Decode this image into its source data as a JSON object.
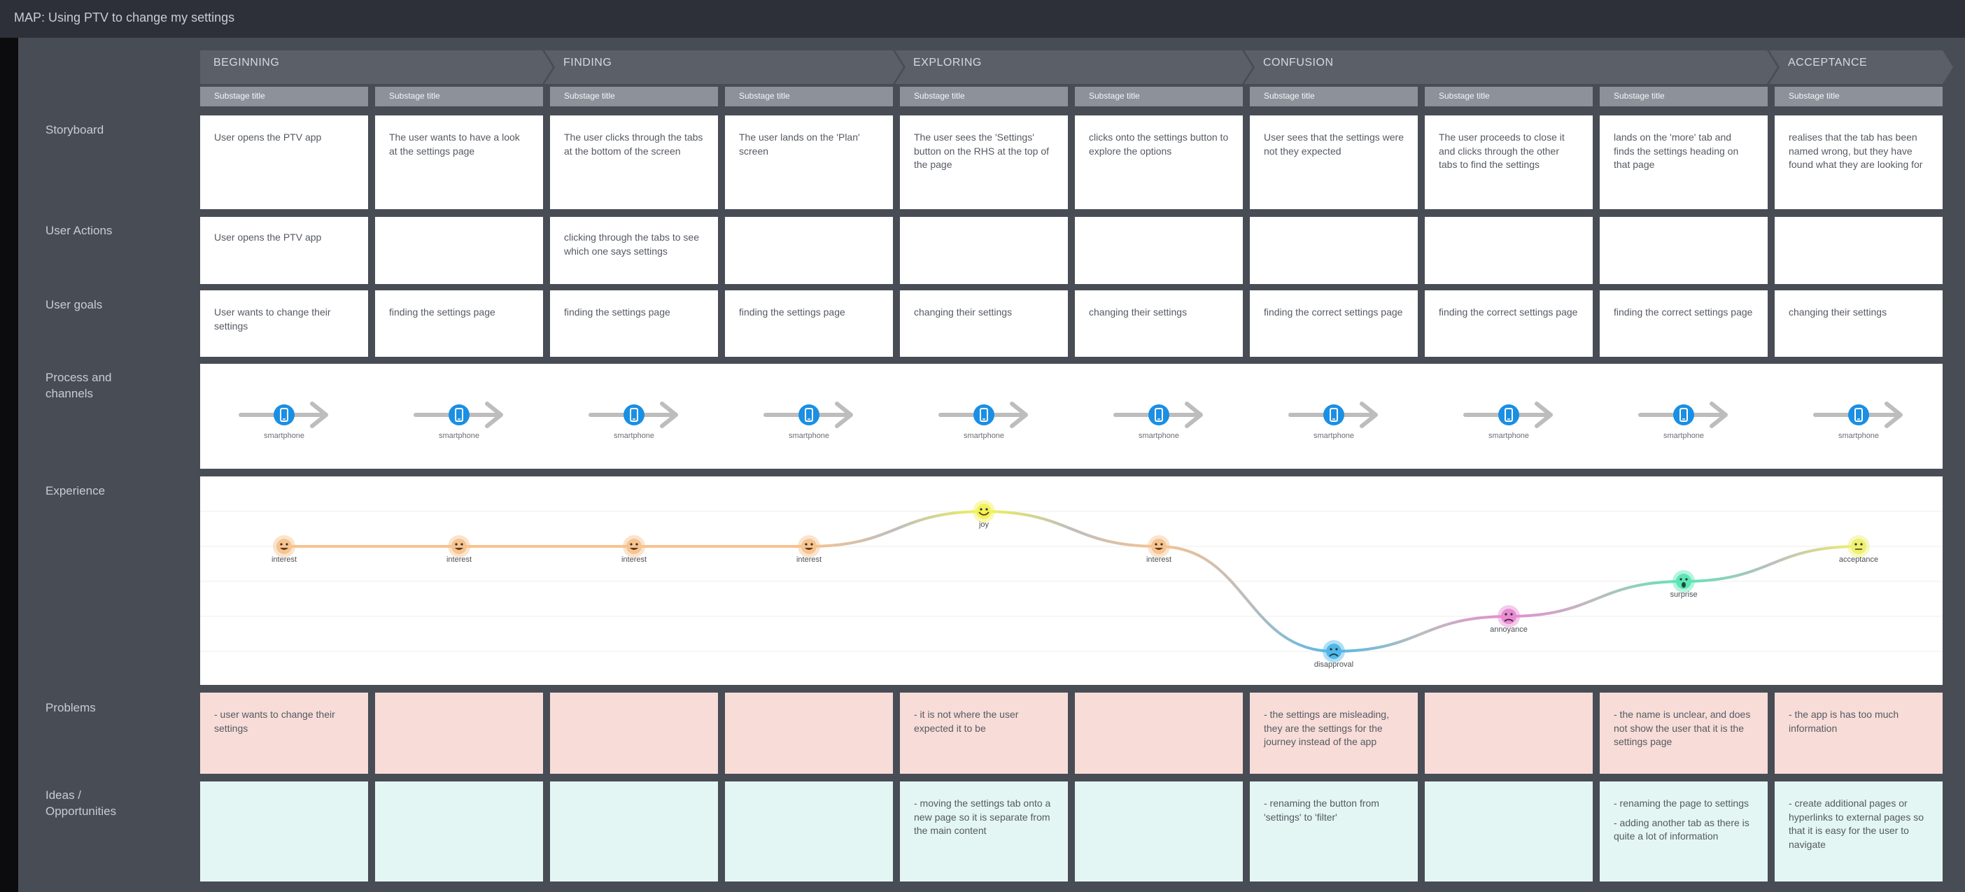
{
  "header": {
    "prefix": "MAP:",
    "title": "Using PTV to change my settings"
  },
  "row_labels": {
    "storyboard": "Storyboard",
    "user_actions": "User Actions",
    "user_goals": "User goals",
    "process": "Process and channels",
    "experience": "Experience",
    "problems": "Problems",
    "ideas": "Ideas / Opportunities"
  },
  "stages": [
    "BEGINNING",
    "FINDING",
    "EXPLORING",
    "CONFUSION",
    "ACCEPTANCE"
  ],
  "substages": [
    "Substage title",
    "Substage title",
    "Substage title",
    "Substage title",
    "Substage title",
    "Substage title",
    "Substage title",
    "Substage title",
    "Substage title",
    "Substage title"
  ],
  "storyboard": [
    "User opens the PTV app",
    "The user wants to have a look at the settings page",
    "The user clicks through the tabs at the bottom of the screen",
    "The user lands on the 'Plan' screen",
    "The user sees the 'Settings' button on the RHS at the top of the page",
    "clicks onto the settings button to explore the options",
    "User sees that the settings were not they expected",
    "The user proceeds to close it and clicks through the other tabs to find the settings",
    "lands on the 'more' tab and finds the settings heading on that page",
    "realises that the tab has been named wrong, but they have found what they are looking for"
  ],
  "user_actions": [
    "User opens the PTV app",
    "",
    "clicking through the tabs to see which one says settings",
    "",
    "",
    "",
    "",
    "",
    "",
    ""
  ],
  "user_goals": [
    "User wants to change their settings",
    "finding the settings page",
    "finding the settings page",
    "finding the settings page",
    "changing their settings",
    "changing their settings",
    "finding the correct settings page",
    "finding the correct settings page",
    "finding the correct settings page",
    "changing their settings"
  ],
  "channels": [
    "smartphone",
    "smartphone",
    "smartphone",
    "smartphone",
    "smartphone",
    "smartphone",
    "smartphone",
    "smartphone",
    "smartphone",
    "smartphone"
  ],
  "channel_icon": "smartphone-icon",
  "experience": [
    {
      "emotion": "interest",
      "level": 3
    },
    {
      "emotion": "interest",
      "level": 3
    },
    {
      "emotion": "interest",
      "level": 3
    },
    {
      "emotion": "interest",
      "level": 3
    },
    {
      "emotion": "joy",
      "level": 4
    },
    {
      "emotion": "interest",
      "level": 3
    },
    {
      "emotion": "disapproval",
      "level": 0
    },
    {
      "emotion": "annoyance",
      "level": 1
    },
    {
      "emotion": "surprise",
      "level": 2
    },
    {
      "emotion": "acceptance",
      "level": 3
    }
  ],
  "emotion_colors": {
    "interest": "#f7c38f",
    "joy": "#f2f25a",
    "disapproval": "#4fb8e8",
    "annoyance": "#e78bd2",
    "surprise": "#5ce6b5",
    "acceptance": "#eef070"
  },
  "problems": [
    [
      "- user wants to change their settings"
    ],
    [],
    [],
    [],
    [
      "- it is not where the user expected it to be"
    ],
    [],
    [
      "- the settings are misleading, they are the settings for the journey instead of the app"
    ],
    [],
    [
      "- the name is unclear, and does not show the user that it is the settings page"
    ],
    [
      "- the app is has too much information"
    ]
  ],
  "ideas": [
    [],
    [],
    [],
    [],
    [
      "- moving the settings tab onto a new page so it is separate from the main content"
    ],
    [],
    [
      "- renaming the button from 'settings' to 'filter'"
    ],
    [],
    [
      "- renaming the page to settings",
      "- adding another tab as there is quite a lot of information"
    ],
    [
      "- create additional pages or hyperlinks to external pages so that it is easy for the user to navigate"
    ]
  ],
  "colors": {
    "background": "#484c55",
    "header": "#2d3038",
    "stage_band": "#5b5f68",
    "substage": "#8d919a",
    "problem": "#f8dcd8",
    "idea": "#e3f6f3",
    "channel_dot": "#1a8fe3",
    "arrow": "#bdbdbd"
  }
}
